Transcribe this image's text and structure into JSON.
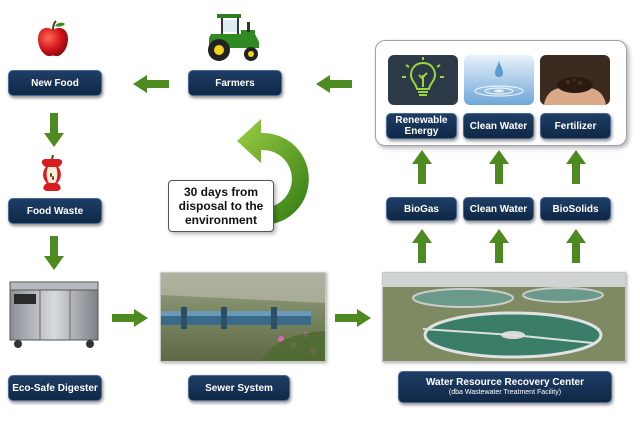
{
  "nodes": {
    "new_food": "New Food",
    "farmers": "Farmers",
    "food_waste": "Food Waste",
    "digester": "Eco-Safe Digester",
    "sewer": "Sewer System",
    "wrrc": "Water Resource Recovery Center",
    "wrrc_sub": "(dba Wastewater Treatment Facility)",
    "renewable": "Renewable Energy",
    "clean_water_top": "Clean Water",
    "fertilizer": "Fertilizer",
    "biogas": "BioGas",
    "clean_water": "Clean Water",
    "biosolids": "BioSolids"
  },
  "callout": "30 days from\ndisposal to the\nenvironment",
  "colors": {
    "arrow_green": "#4d8a1f",
    "label_navy": "#15304f"
  },
  "icons": [
    "apple-icon",
    "tractor-icon",
    "apple-core-icon",
    "lightbulb-icon",
    "water-drop-icon",
    "soil-hands-icon",
    "recycle-arrow-icon"
  ]
}
